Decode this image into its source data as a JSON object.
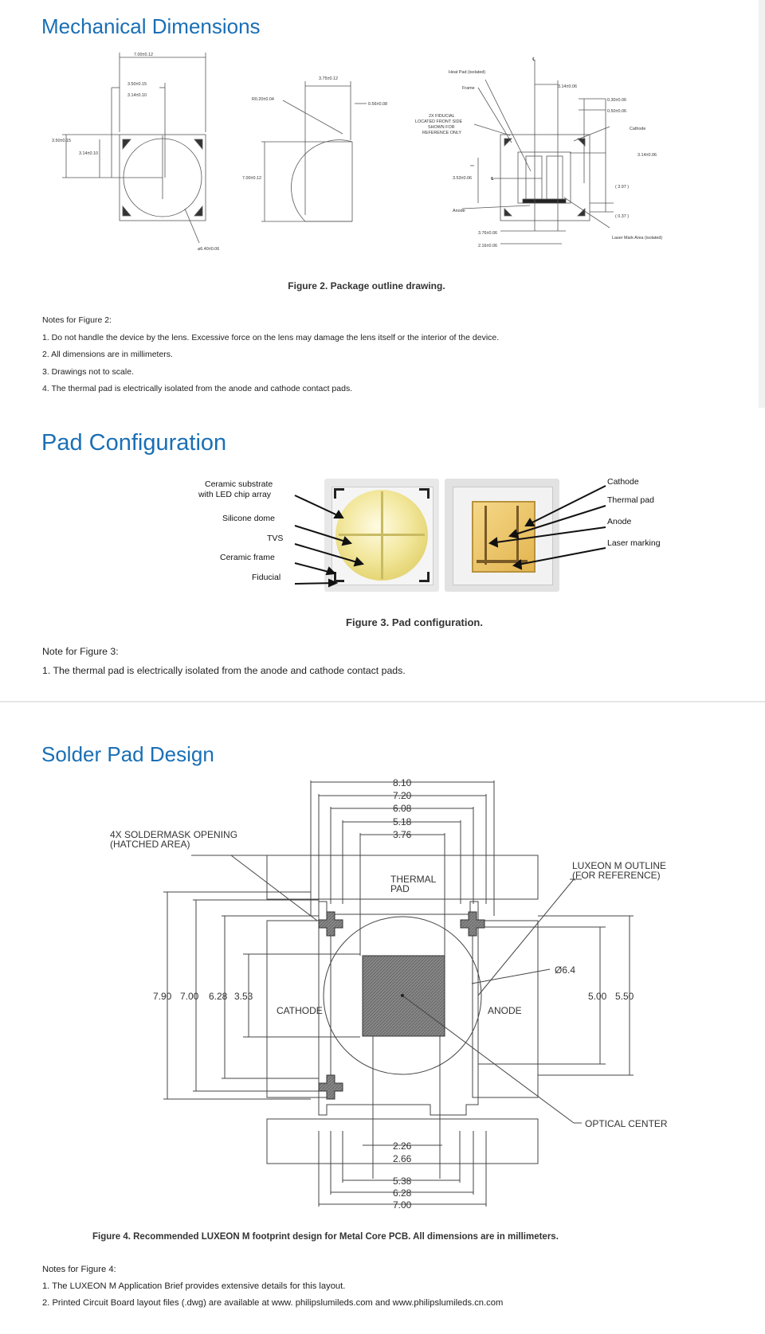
{
  "sections": {
    "mech": {
      "title": "Mechanical Dimensions",
      "caption": "Figure 2. Package outline drawing.",
      "notes_heading": "Notes for Figure 2:",
      "notes": [
        "1. Do not handle the device by the lens. Excessive force on the lens may damage the lens itself or the interior of the device.",
        "2. All dimensions are in millimeters.",
        "3. Drawings not to scale.",
        "4. The thermal pad is electrically isolated from the anode and cathode contact pads."
      ],
      "top_view": {
        "d_width": "7.00±0.12",
        "d_350": "3.50±0.15",
        "d_314": "3.14±0.10",
        "d_350_v": "3.50±0.15",
        "d_314_v": "3.14±0.10",
        "d_dia": "⌀6.40±0.06"
      },
      "side_view": {
        "d_375": "3.75±0.12",
        "d_r": "R0.20±0.04",
        "d_056": "0.56±0.08",
        "d_height": "7.00±0.12"
      },
      "bottom_view": {
        "heat_pad": "Heat Pad (isolated)",
        "frame": "Frame",
        "fiducial": "2X FIDUCIAL LOCATED FRONT SIDE SHOWN FOR REFERENCE ONLY",
        "fid_lines": [
          "2X FIDUCIAL",
          "LOCATED FRONT SIDE",
          "SHOWN FOR",
          "REFERENCE ONLY"
        ],
        "d_314": "3.14±0.06",
        "d_030": "0.30±0.06",
        "d_050": "0.50±0.06",
        "cathode": "Cathode",
        "d_314b": "3.14±0.06",
        "d_353": "3.53±0.06",
        "d_397": "( 3.97 )",
        "anode": "Anode",
        "d_037": "( 0.37 )",
        "d_376": "3.76±0.06",
        "d_216": "2.16±0.06",
        "laser": "Laser Mark Area (isolated)",
        "cl": "℄"
      }
    },
    "pad": {
      "title": "Pad Configuration",
      "caption": "Figure 3. Pad configuration.",
      "labels_left": [
        "Ceramic substrate",
        "with LED chip array",
        "Silicone dome",
        "TVS",
        "Ceramic frame",
        "Fiducial"
      ],
      "labels_right": [
        "Cathode",
        "Thermal pad",
        "Anode",
        "Laser marking"
      ],
      "notes_heading": "Note for Figure 3:",
      "notes": [
        "1. The thermal pad is electrically isolated from the anode and cathode contact pads."
      ]
    },
    "solder": {
      "title": "Solder Pad Design",
      "caption": "Figure 4. Recommended LUXEON M footprint design for Metal Core PCB. All dimensions are in millimeters.",
      "top_dims": [
        "8.10",
        "7.20",
        "6.08",
        "5.18",
        "3.76"
      ],
      "bottom_dims": [
        "2.26",
        "2.66",
        "5.38",
        "6.28",
        "7.00"
      ],
      "left_dims": [
        "7.90",
        "7.00",
        "6.28",
        "3.53"
      ],
      "right_dims": [
        "5.00",
        "5.50"
      ],
      "soldermask_lines": [
        "4X SOLDERMASK OPENING",
        "(HATCHED AREA)"
      ],
      "outline_lines": [
        "LUXEON M OUTLINE",
        "(FOR REFERENCE)"
      ],
      "thermal_lines": [
        "THERMAL",
        "PAD"
      ],
      "cathode": "CATHODE",
      "anode": "ANODE",
      "diameter": "Ø6.4",
      "optical_center": "OPTICAL CENTER",
      "notes_heading": "Notes for Figure 4:",
      "notes": [
        "1. The LUXEON M Application Brief provides extensive details for this layout.",
        "2. Printed Circuit Board layout files (.dwg) are available at www. philipslumileds.com and www.philipslumileds.cn.com"
      ]
    }
  }
}
